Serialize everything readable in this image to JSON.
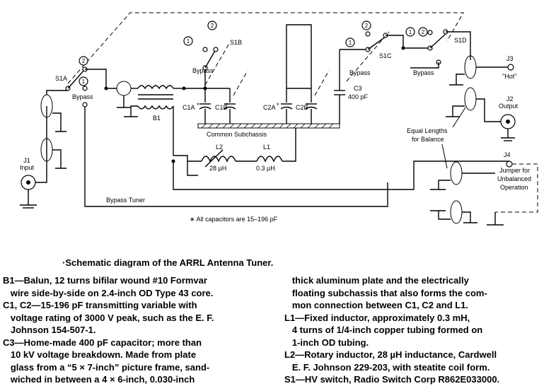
{
  "schematic": {
    "switch_labels": {
      "s1a": "S1A",
      "s1b": "S1B",
      "s1c": "S1C",
      "s1d": "S1D"
    },
    "position_numbers": {
      "one": "1",
      "two": "2"
    },
    "bypass_label": "Bypass",
    "balun_label": "B1",
    "capacitor_labels": {
      "c1a": "C1A",
      "c1b": "C1B",
      "c2a": "C2A",
      "c2b": "C2B",
      "c3": "C3",
      "c3_value": "400 pF",
      "star": "*"
    },
    "common_subchassis": "Common Subchassis",
    "inductors": {
      "l2": "L2",
      "l2_value": "28 µH",
      "l1": "L1",
      "l1_value": "0.3 µH"
    },
    "jacks": {
      "j1": "J1",
      "j1_sub": "Input",
      "j2": "J2",
      "j2_sub": "Output",
      "j3": "J3",
      "j3_sub": "\"Hot\"",
      "j4": "J4"
    },
    "equal_lengths": [
      "Equal Lengths",
      "for Balance"
    ],
    "jumper": [
      "Jumper for",
      "Unbalanced",
      "Operation"
    ],
    "bypass_tuner": "Bypass Tuner",
    "capacitor_note": "∗ All capacitors are 15–196 pF"
  },
  "caption": "·Schematic diagram of the ARRL Antenna Tuner.",
  "parts_left": [
    "B1—Balun, 12 turns bifilar wound #10 Formvar",
    "   wire side-by-side on 2.4-inch OD Type 43 core.",
    "C1, C2—15-196 pF transmitting variable with",
    "   voltage rating of 3000 V peak, such as the E. F.",
    "   Johnson 154-507-1.",
    "C3—Home-made 400 pF capacitor; more than",
    "   10 kV voltage breakdown. Made from plate",
    "   glass from a “5 × 7-inch” picture frame, sand-",
    "   wiched in between a 4 × 6-inch, 0.030-inch"
  ],
  "parts_right": [
    "   thick aluminum plate and the electrically",
    "   floating subchassis that also forms the com-",
    "   mon connection between C1, C2 and L1.",
    "L1—Fixed inductor, approximately 0.3 mH,",
    "   4 turns of 1/4-inch copper tubing formed on",
    "   1-inch OD tubing.",
    "L2—Rotary inductor, 28 µH inductance, Cardwell",
    "   E. F. Johnson 229-203, with steatite coil form.",
    "S1—HV switch, Radio Switch Corp R862E033000."
  ]
}
